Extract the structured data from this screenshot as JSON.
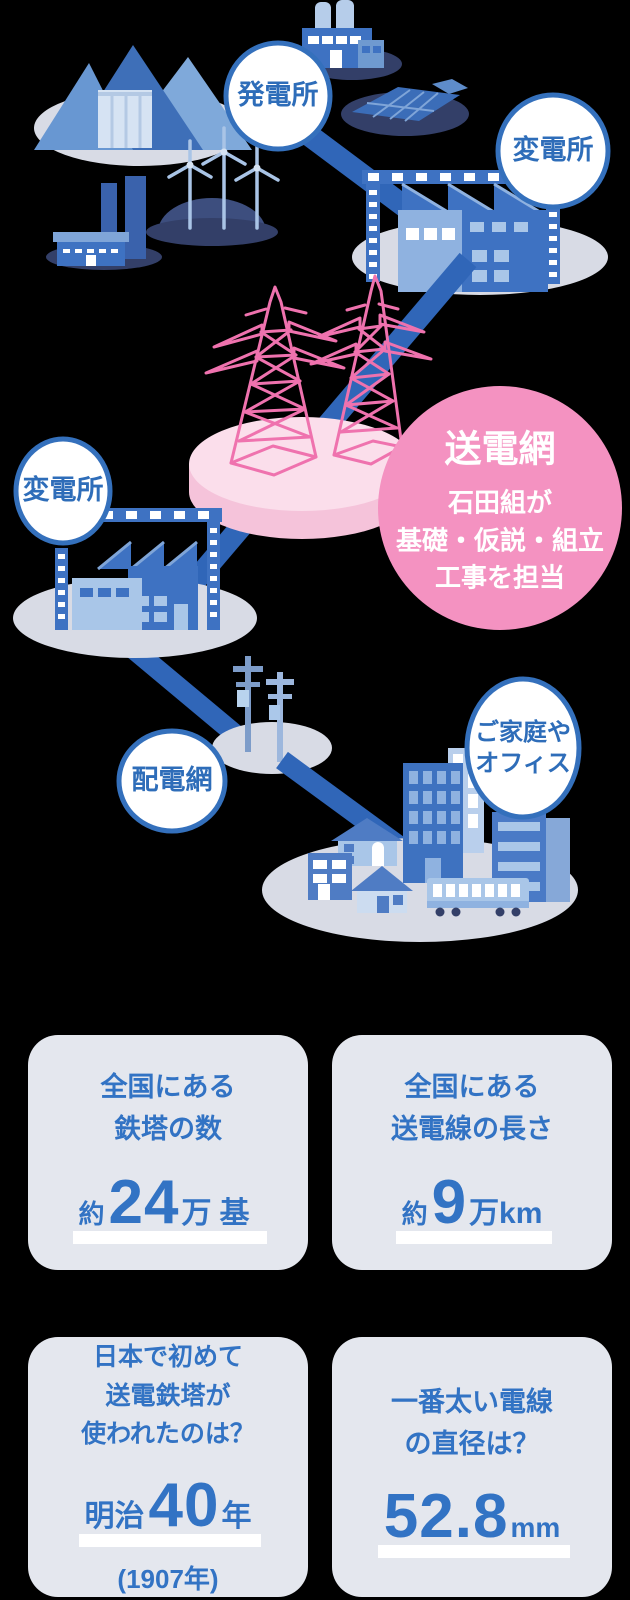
{
  "diagram": {
    "nodes": [
      {
        "id": "power-plant",
        "label": "発電所"
      },
      {
        "id": "substation-top",
        "label": "変電所"
      },
      {
        "id": "transmission-grid",
        "label": "送電網",
        "sublines": [
          "石田組が",
          "基礎・仮説・組立",
          "工事を担当"
        ]
      },
      {
        "id": "substation-left",
        "label": "変電所"
      },
      {
        "id": "distribution-grid",
        "label": "配電網"
      },
      {
        "id": "homes-offices",
        "label_lines": [
          "ご家庭や",
          "オフィス"
        ]
      }
    ],
    "illustrations": [
      "hydro-dam-mountains",
      "industrial-plant",
      "solar-panels",
      "wind-turbines",
      "thermal-plant",
      "substation-building",
      "pink-transmission-towers",
      "utility-poles",
      "city-buildings",
      "train"
    ]
  },
  "stats": [
    {
      "title_lines": [
        "全国にある",
        "鉄塔の数"
      ],
      "prefix": "約",
      "value": "24",
      "unit": "万基"
    },
    {
      "title_lines": [
        "全国にある",
        "送電線の長さ"
      ],
      "prefix": "約",
      "value": "9",
      "unit": "万km"
    },
    {
      "title_lines": [
        "日本で初めて",
        "送電鉄塔が",
        "使われたのは？"
      ],
      "prefix": "明治",
      "value": "40",
      "unit": "年",
      "note": "(1907年)"
    },
    {
      "title_lines": [
        "一番太い電線",
        "の直径は？"
      ],
      "prefix": "",
      "value": "52.8",
      "unit": "mm"
    }
  ],
  "colors": {
    "background": "#000000",
    "accent_blue": "#2e6db9",
    "bubble_border": "#3470bc",
    "connector_blue": "#3066b8",
    "pink_circle": "#f492c1",
    "pink_tower": "#ef72ae",
    "pink_disc_top": "#fbdeeb",
    "pink_disc_side": "#f5c3da",
    "platform_gray": "#d8dbe5",
    "navy": "#333f68",
    "card_bg": "#e4e7ee",
    "card_text": "#3273c4",
    "white": "#ffffff"
  }
}
